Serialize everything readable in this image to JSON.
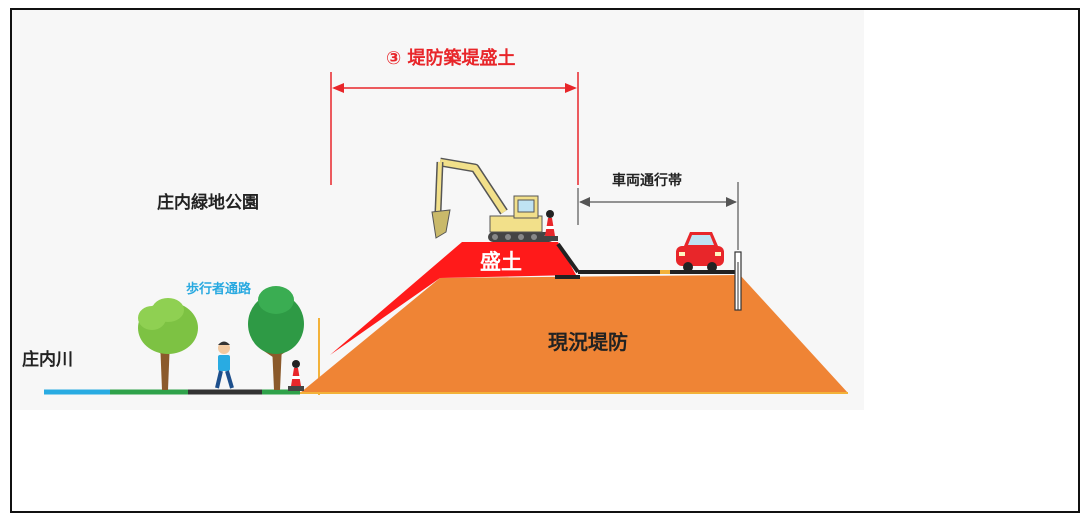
{
  "labels": {
    "title": "③ 堤防築堤盛土",
    "park": "庄内緑地公園",
    "walkway": "歩行者通路",
    "river": "庄内川",
    "vehicle_lane": "車両通行帯",
    "fill": "盛土",
    "existing_levee": "現況堤防"
  },
  "colors": {
    "levee": "#ef8435",
    "fill": "#ff1a1a",
    "dimension": "#e8262a",
    "river": "#29abe2",
    "grass": "#2fa24a",
    "walkway_label": "#28a9e0"
  },
  "icons": [
    "excavator-icon",
    "car-icon",
    "pedestrian-icon",
    "tree-icon",
    "traffic-cone-icon",
    "guard-post-icon"
  ]
}
